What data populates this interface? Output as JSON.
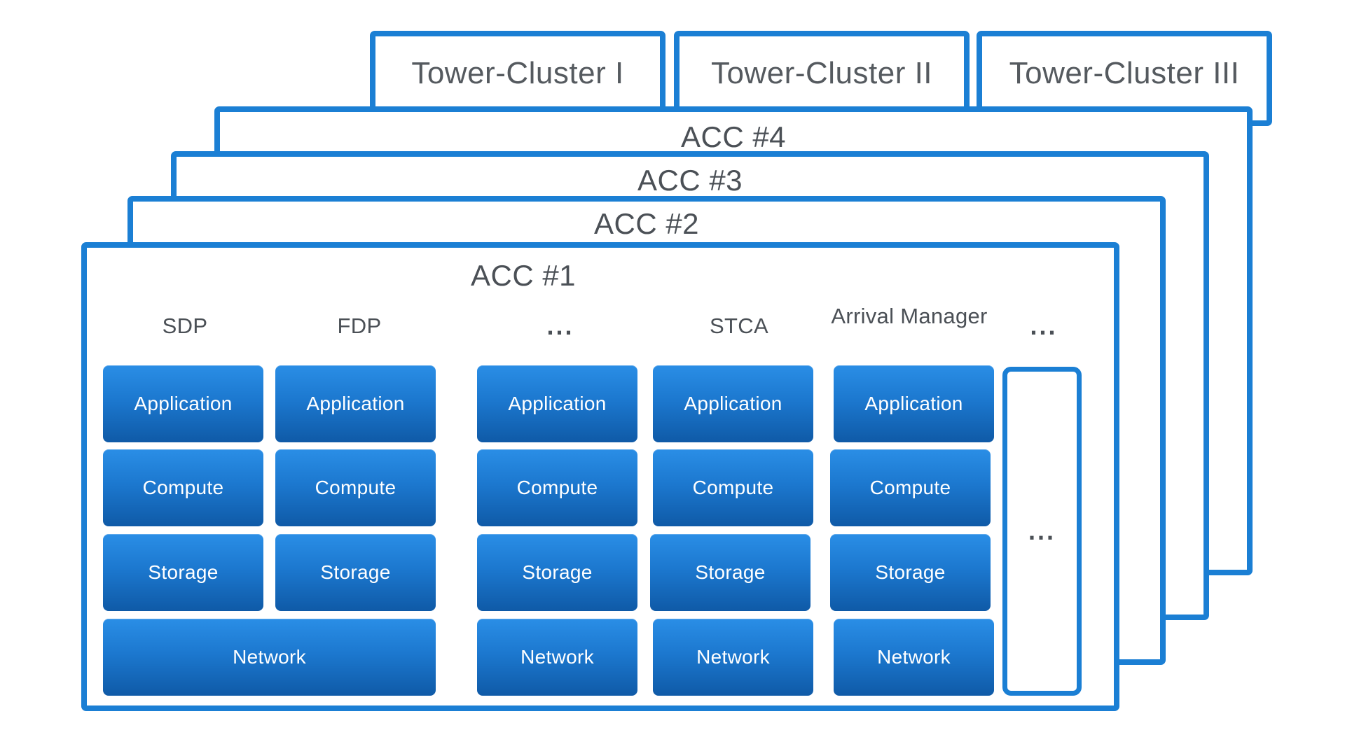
{
  "towers": [
    "Tower-Cluster I",
    "Tower-Cluster II",
    "Tower-Cluster III"
  ],
  "accs": {
    "acc4": "ACC #4",
    "acc3": "ACC #3",
    "acc2": "ACC #2",
    "acc1": "ACC #1"
  },
  "columns": [
    {
      "header": "SDP",
      "layers": [
        "Application",
        "Compute",
        "Storage"
      ]
    },
    {
      "header": "FDP",
      "layers": [
        "Application",
        "Compute",
        "Storage"
      ]
    },
    {
      "header": "...",
      "layers": [
        "Application",
        "Compute",
        "Storage",
        "Network"
      ]
    },
    {
      "header": "STCA",
      "layers": [
        "Application",
        "Compute",
        "Storage",
        "Network"
      ]
    },
    {
      "header": "Arrival Manager",
      "layers": [
        "Application",
        "Compute",
        "Storage",
        "Network"
      ]
    },
    {
      "header": "...",
      "layers": []
    }
  ],
  "shared_network": "Network",
  "more_box_label": "...",
  "colors": {
    "frame_blue": "#1b7fd4",
    "block_top": "#2a8ee6",
    "block_bottom": "#0f5aa7",
    "text_gray": "#4b5056"
  }
}
